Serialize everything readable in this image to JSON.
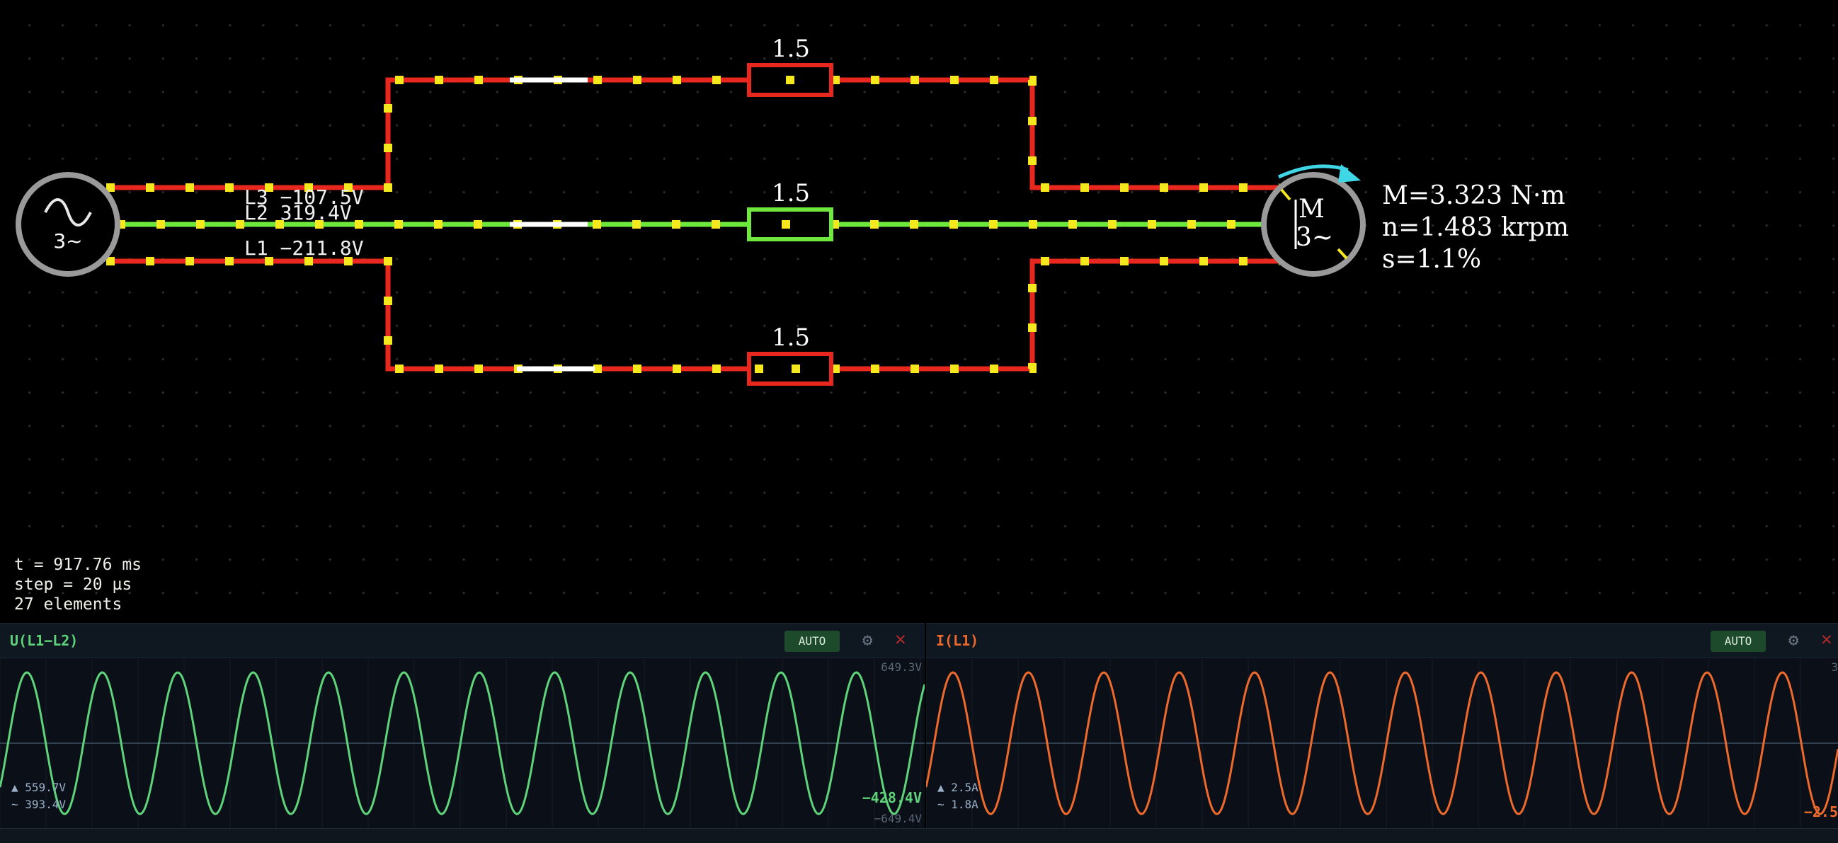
{
  "source_symbol": "3~",
  "motor": {
    "symbol_m": "M",
    "symbol_phase": "3~",
    "torque": "M=3.323 N·m",
    "speed": "n=1.483 krpm",
    "slip": "s=1.1%"
  },
  "phase_labels": {
    "l3": "L3 −107.5V",
    "l2": "L2 319.4V",
    "l1": "L1 −211.8V"
  },
  "resistors": [
    {
      "value": "1.5"
    },
    {
      "value": "1.5"
    },
    {
      "value": "1.5"
    }
  ],
  "status": {
    "time": "t = 917.76 ms",
    "step": "step = 20 µs",
    "elements": "27 elements"
  },
  "scopes": [
    {
      "title": "U(L1−L2)",
      "auto_label": "AUTO",
      "max": "649.3V",
      "min": "−649.4V",
      "current": "−428.4V",
      "peak": "▲ 559.7V",
      "rms": "~ 393.4V",
      "color": "#5fd37a"
    },
    {
      "title": "I(L1)",
      "auto_label": "AUTO",
      "max": "3",
      "min": "",
      "current": "−2.5",
      "peak": "▲ 2.5A",
      "rms": "~ 1.8A",
      "color": "#ee6a2c"
    }
  ],
  "colors": {
    "hot": "#e8281e",
    "phase2": "#6ee83c",
    "node": "#f5e81e",
    "white": "#ffffff",
    "motor_arrow": "#3fd6e6",
    "ring": "#9a9a9a"
  },
  "icons": [
    "sine-icon",
    "rotation-arrow-icon",
    "gear-icon",
    "close-icon"
  ]
}
